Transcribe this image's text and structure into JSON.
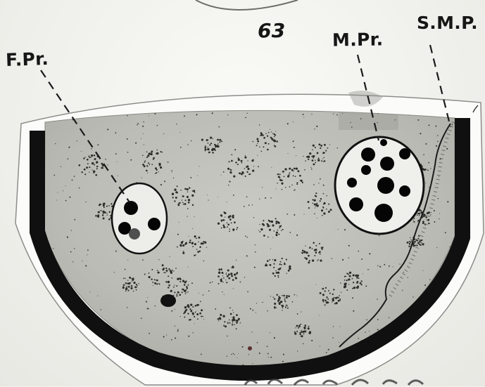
{
  "labels": {
    "figure_number": "63",
    "f_pr": "F.Pr.",
    "m_pr": "M.Pr.",
    "s_m_p": "S.M.P."
  }
}
